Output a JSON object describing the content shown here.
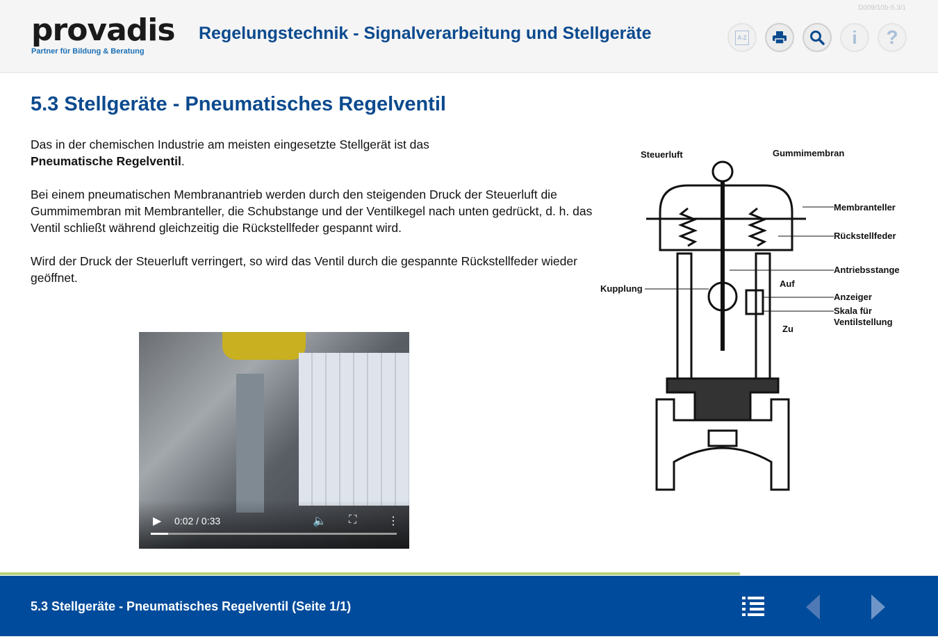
{
  "header": {
    "logo_text": "provadis",
    "logo_tagline": "Partner für Bildung & Beratung",
    "title": "Regelungstechnik - Signalverarbeitung und Stellgeräte",
    "doc_id": "D009/10b-5.3/1",
    "icons": [
      "glossary-az-icon",
      "print-icon",
      "search-icon",
      "info-icon",
      "help-icon"
    ],
    "glossary_label": "A-Z"
  },
  "main": {
    "heading": "5.3 Stellgeräte - Pneumatisches Regelventil",
    "p1_text": "Das in der chemischen Industrie am meisten eingesetzte Stellgerät ist das ",
    "p1_bold": "Pneumatische Regelventil",
    "p1_end": ".",
    "p2": "Bei einem pneumatischen Membranantrieb werden durch den steigenden Druck der Steuerluft die Gummimembran mit Membranteller, die Schubstange und der Ventilkegel nach unten gedrückt, d. h. das Ventil schließt während gleichzeitig die Rückstellfeder gespannt wird.",
    "p3": "Wird der Druck der Steuerluft verringert, so wird das Ventil durch die gespannte Rückstellfeder wieder geöffnet."
  },
  "video": {
    "time": "0:02 / 0:33",
    "progress": 0.07
  },
  "diagram": {
    "labels": {
      "steuerluft": "Steuerluft",
      "gummimembran": "Gummimembran",
      "membranteller": "Membranteller",
      "rueckstellfeder": "Rückstellfeder",
      "antriebsstange": "Antriebsstange",
      "auf": "Auf",
      "kupplung": "Kupplung",
      "anzeiger": "Anzeiger",
      "skala1": "Skala für",
      "skala2": "Ventilstellung",
      "zu": "Zu"
    }
  },
  "footer": {
    "title": "5.3 Stellgeräte - Pneumatisches Regelventil (Seite 1/1)"
  },
  "colors": {
    "brand": "#0b4a8e",
    "footer": "#004b9b",
    "accent_line": "#b7d47b"
  }
}
